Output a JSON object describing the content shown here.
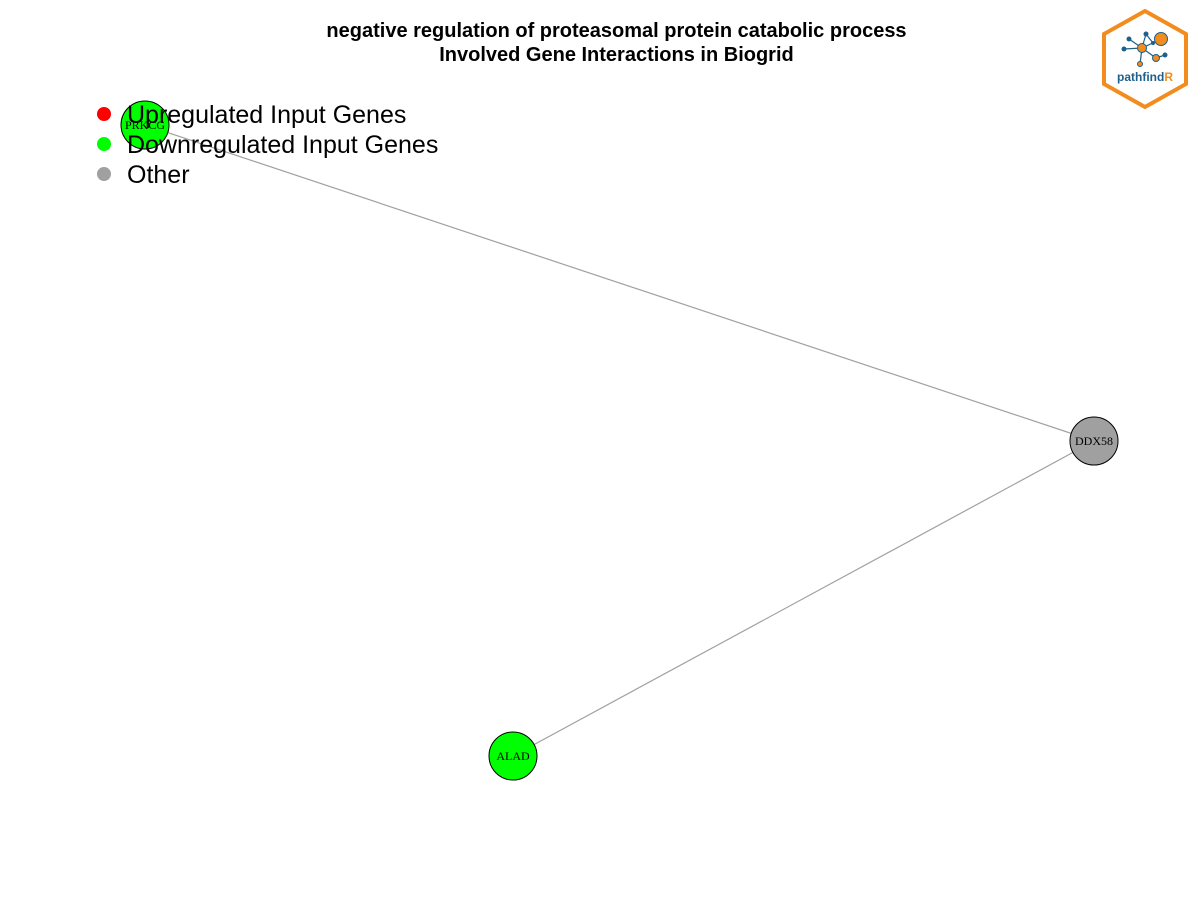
{
  "title": {
    "line1": "negative regulation of proteasomal protein catabolic process",
    "line2": "Involved Gene Interactions in Biogrid"
  },
  "legend": {
    "items": [
      {
        "label": "Upregulated Input Genes",
        "color": "#ff0000"
      },
      {
        "label": "Downregulated Input Genes",
        "color": "#00ff00"
      },
      {
        "label": "Other",
        "color": "#a0a0a0"
      }
    ]
  },
  "network": {
    "nodes": [
      {
        "id": "PRKCG",
        "label": "PRKCG",
        "category": "downregulated",
        "color": "#00ff00"
      },
      {
        "id": "DDX58",
        "label": "DDX58",
        "category": "other",
        "color": "#a0a0a0"
      },
      {
        "id": "ALAD",
        "label": "ALAD",
        "category": "downregulated",
        "color": "#00ff00"
      }
    ],
    "edges": [
      {
        "source": "PRKCG",
        "target": "DDX58"
      },
      {
        "source": "DDX58",
        "target": "ALAD"
      }
    ],
    "edge_color": "#a0a0a0",
    "node_border_color": "#000000"
  },
  "logo": {
    "text_main": "pathfind",
    "text_accent": "R",
    "hex_color": "#f28c1e",
    "text_color": "#1f5f8b"
  }
}
